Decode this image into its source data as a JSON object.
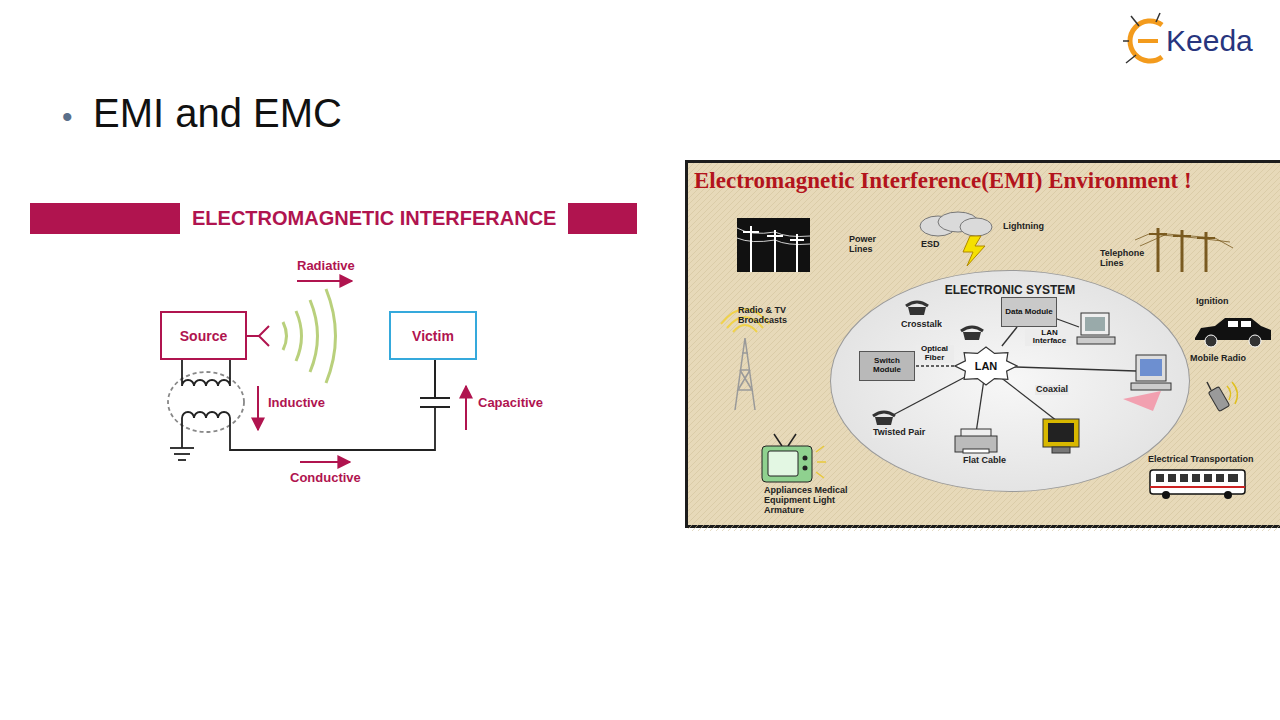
{
  "diagram": {
    "title": "EMI and EMC",
    "nodes": [
      {
        "text": [
          "ELECTROMAGNETIC INTERFERANCE"
        ]
      },
      {
        "text": [
          "Source"
        ]
      },
      {
        "text": [
          "Victim"
        ]
      },
      {
        "text": [
          "Electromagnetic Interference(EMI) Environment !"
        ]
      },
      {
        "text": [
          "ELECTRONIC SYSTEM"
        ],
        "in": 3
      },
      {
        "text": [
          "Data Module"
        ],
        "in": 4
      },
      {
        "text": [
          "Switch Module"
        ],
        "in": 4
      },
      {
        "text": [
          "LAN"
        ],
        "in": 4
      }
    ],
    "edges": [
      {
        "from": 7,
        "to": 6,
        "label": "Optical Fiber",
        "arrow": "none"
      },
      {
        "from": 7,
        "to": 5,
        "label": "LAN Interface",
        "arrow": "none"
      }
    ],
    "labels": [
      "•",
      "Keeda",
      "Radiative",
      "Inductive",
      "Capacitive",
      "Conductive",
      "Power Lines",
      "ESD",
      "Lightning",
      "Telephone Lines",
      "Radio & TV Broadcasts",
      "Ignition",
      "Mobile Radio",
      "Electrical Transportation",
      "Appliances Medical Equipment Light Armature",
      "Crosstalk",
      "Coaxial",
      "Twisted Pair",
      "Flat Cable"
    ]
  }
}
